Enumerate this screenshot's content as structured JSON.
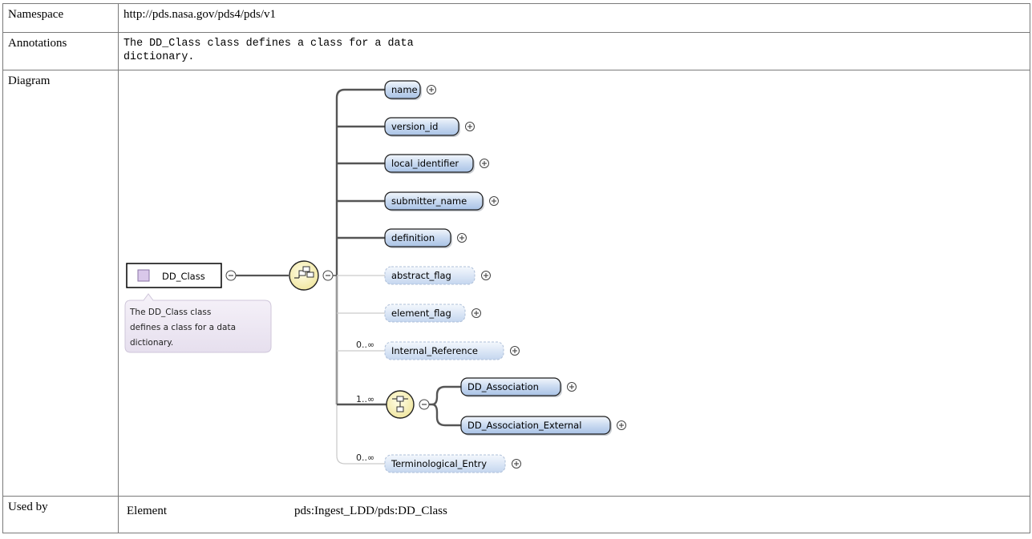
{
  "rows": {
    "namespace": {
      "label": "Namespace",
      "value": "http://pds.nasa.gov/pds4/pds/v1"
    },
    "annotations": {
      "label": "Annotations",
      "value": "The DD_Class class defines a class for a data\ndictionary."
    },
    "diagram": {
      "label": "Diagram"
    },
    "used_by": {
      "label": "Used by",
      "kind": "Element",
      "path": "pds:Ingest_LDD/pds:DD_Class"
    }
  },
  "diagram": {
    "root": "DD_Class",
    "root_annotation": [
      "The DD_Class class",
      "defines a class for a data",
      "dictionary."
    ],
    "children": [
      {
        "name": "name",
        "optional": false,
        "cardinality": ""
      },
      {
        "name": "version_id",
        "optional": false,
        "cardinality": ""
      },
      {
        "name": "local_identifier",
        "optional": false,
        "cardinality": ""
      },
      {
        "name": "submitter_name",
        "optional": false,
        "cardinality": ""
      },
      {
        "name": "definition",
        "optional": false,
        "cardinality": ""
      },
      {
        "name": "abstract_flag",
        "optional": true,
        "cardinality": ""
      },
      {
        "name": "element_flag",
        "optional": true,
        "cardinality": ""
      },
      {
        "name": "Internal_Reference",
        "optional": true,
        "cardinality": "0..∞"
      },
      {
        "name": "Terminological_Entry",
        "optional": true,
        "cardinality": "0..∞"
      }
    ],
    "choice": {
      "cardinality": "1..∞",
      "options": [
        "DD_Association",
        "DD_Association_External"
      ]
    }
  }
}
